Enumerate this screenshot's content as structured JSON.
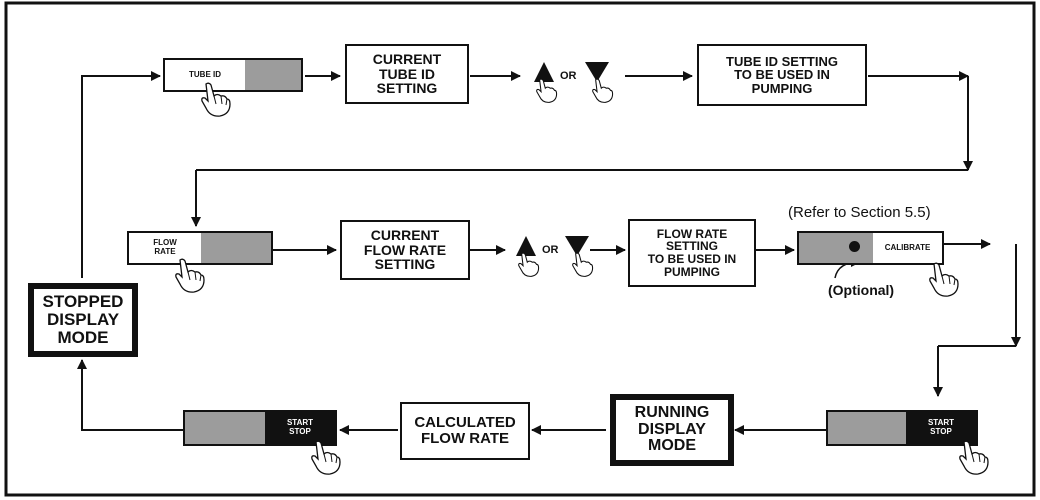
{
  "diagram": {
    "key_tube_id": "TUBE ID",
    "current_tube_id": [
      "CURRENT",
      "TUBE ID",
      "SETTING"
    ],
    "or_1": "OR",
    "tube_id_to_use": [
      "TUBE ID SETTING",
      "TO BE USED IN",
      "PUMPING"
    ],
    "key_flow_rate": [
      "FLOW",
      "RATE"
    ],
    "current_flow_rate": [
      "CURRENT",
      "FLOW RATE",
      "SETTING"
    ],
    "or_2": "OR",
    "flow_rate_to_use": [
      "FLOW RATE",
      "SETTING",
      "TO BE USED IN",
      "PUMPING"
    ],
    "refer_note": "(Refer to Section 5.5)",
    "key_calibrate": "CALIBRATE",
    "optional_note": "(Optional)",
    "key_start_stop_right": [
      "START",
      "STOP"
    ],
    "running_mode": [
      "RUNNING",
      "DISPLAY",
      "MODE"
    ],
    "calculated_flow": [
      "CALCULATED",
      "FLOW RATE"
    ],
    "key_start_stop_left": [
      "START",
      "STOP"
    ],
    "stopped_mode": [
      "STOPPED",
      "DISPLAY",
      "MODE"
    ]
  },
  "colors": {
    "line": "#111111",
    "key_grey": "#9c9c9c",
    "frame": "#111111"
  }
}
